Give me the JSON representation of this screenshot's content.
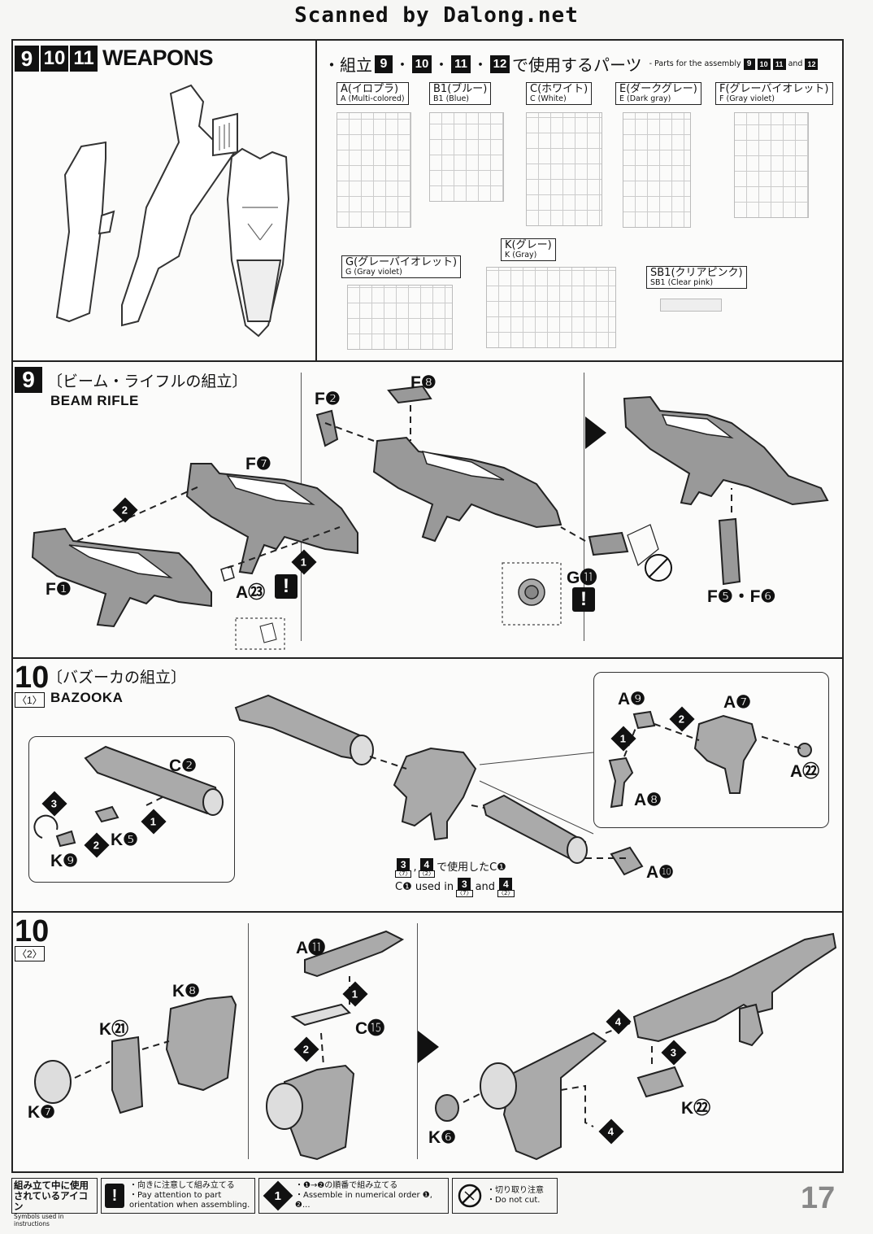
{
  "header": {
    "scanned_by": "Scanned by Dalong.net"
  },
  "weapons": {
    "steps": [
      "9",
      "10",
      "11"
    ],
    "title": "WEAPONS",
    "parts_heading_jp": "・組立",
    "parts_heading_nums": [
      "9",
      "10",
      "11",
      "12"
    ],
    "parts_heading_jp_tail": "で使用するパーツ",
    "parts_heading_en": "- Parts for the assembly",
    "parts_heading_en_and": "and",
    "runners": [
      {
        "jp": "A(イロプラ)",
        "en": "A (Multi-colored)"
      },
      {
        "jp": "B1(ブルー)",
        "en": "B1 (Blue)"
      },
      {
        "jp": "C(ホワイト)",
        "en": "C (White)"
      },
      {
        "jp": "E(ダークグレー)",
        "en": "E (Dark gray)"
      },
      {
        "jp": "F(グレーバイオレット)",
        "en": "F (Gray violet)"
      },
      {
        "jp": "G(グレーバイオレット)",
        "en": "G (Gray violet)"
      },
      {
        "jp": "K(グレー)",
        "en": "K (Gray)"
      },
      {
        "jp": "SB1(クリアピンク)",
        "en": "SB1 (Clear pink)"
      }
    ]
  },
  "step9": {
    "num": "9",
    "title_jp": "〔ビーム・ライフルの組立〕",
    "title_en": "BEAM RIFLE",
    "labels": {
      "f1": "F❶",
      "f7": "F❼",
      "a23": "A㉓",
      "f2": "F❷",
      "f8": "F❽",
      "g11": "G⓫",
      "f5f6": "F❺・F❻"
    },
    "order": [
      "1",
      "2"
    ]
  },
  "step10_1": {
    "num": "10",
    "sub": "〈1〉",
    "title_jp": "〔バズーカの組立〕",
    "title_en": "BAZOOKA",
    "labels": {
      "c2": "C❷",
      "k5": "K❺",
      "k9": "K❾",
      "a9": "A❾",
      "a7": "A❼",
      "a8": "A❽",
      "a22": "A㉒",
      "a10": "A❿"
    },
    "order": [
      "1",
      "2",
      "3"
    ],
    "note_jp_tail": "で使用したC❶",
    "note_en_head": "C❶ used in",
    "note_en_and": "and",
    "note_steps": [
      {
        "n": "3",
        "s": "〈7〉"
      },
      {
        "n": "4",
        "s": "〈2〉"
      }
    ]
  },
  "step10_2": {
    "num": "10",
    "sub": "〈2〉",
    "labels": {
      "k8": "K❽",
      "k21": "K㉑",
      "k7": "K❼",
      "a11": "A⓫",
      "c15": "C⓯",
      "k6": "K❻",
      "k22": "K㉒"
    },
    "order": [
      "1",
      "2",
      "3",
      "4"
    ]
  },
  "legend": {
    "title_jp": "組み立て中に使用されているアイコン",
    "title_en": "Symbols used in instructions",
    "attention_jp": "・向きに注意して組み立てる",
    "attention_en": "・Pay attention to part orientation when assembling.",
    "order_jp": "・❶→❷の順番で組み立てる",
    "order_en": "・Assemble in numerical order ❶, ❷...",
    "nocut_jp": "・切り取り注意",
    "nocut_en": "・Do not cut.",
    "excl": "!",
    "num1": "1"
  },
  "page_number": "17"
}
